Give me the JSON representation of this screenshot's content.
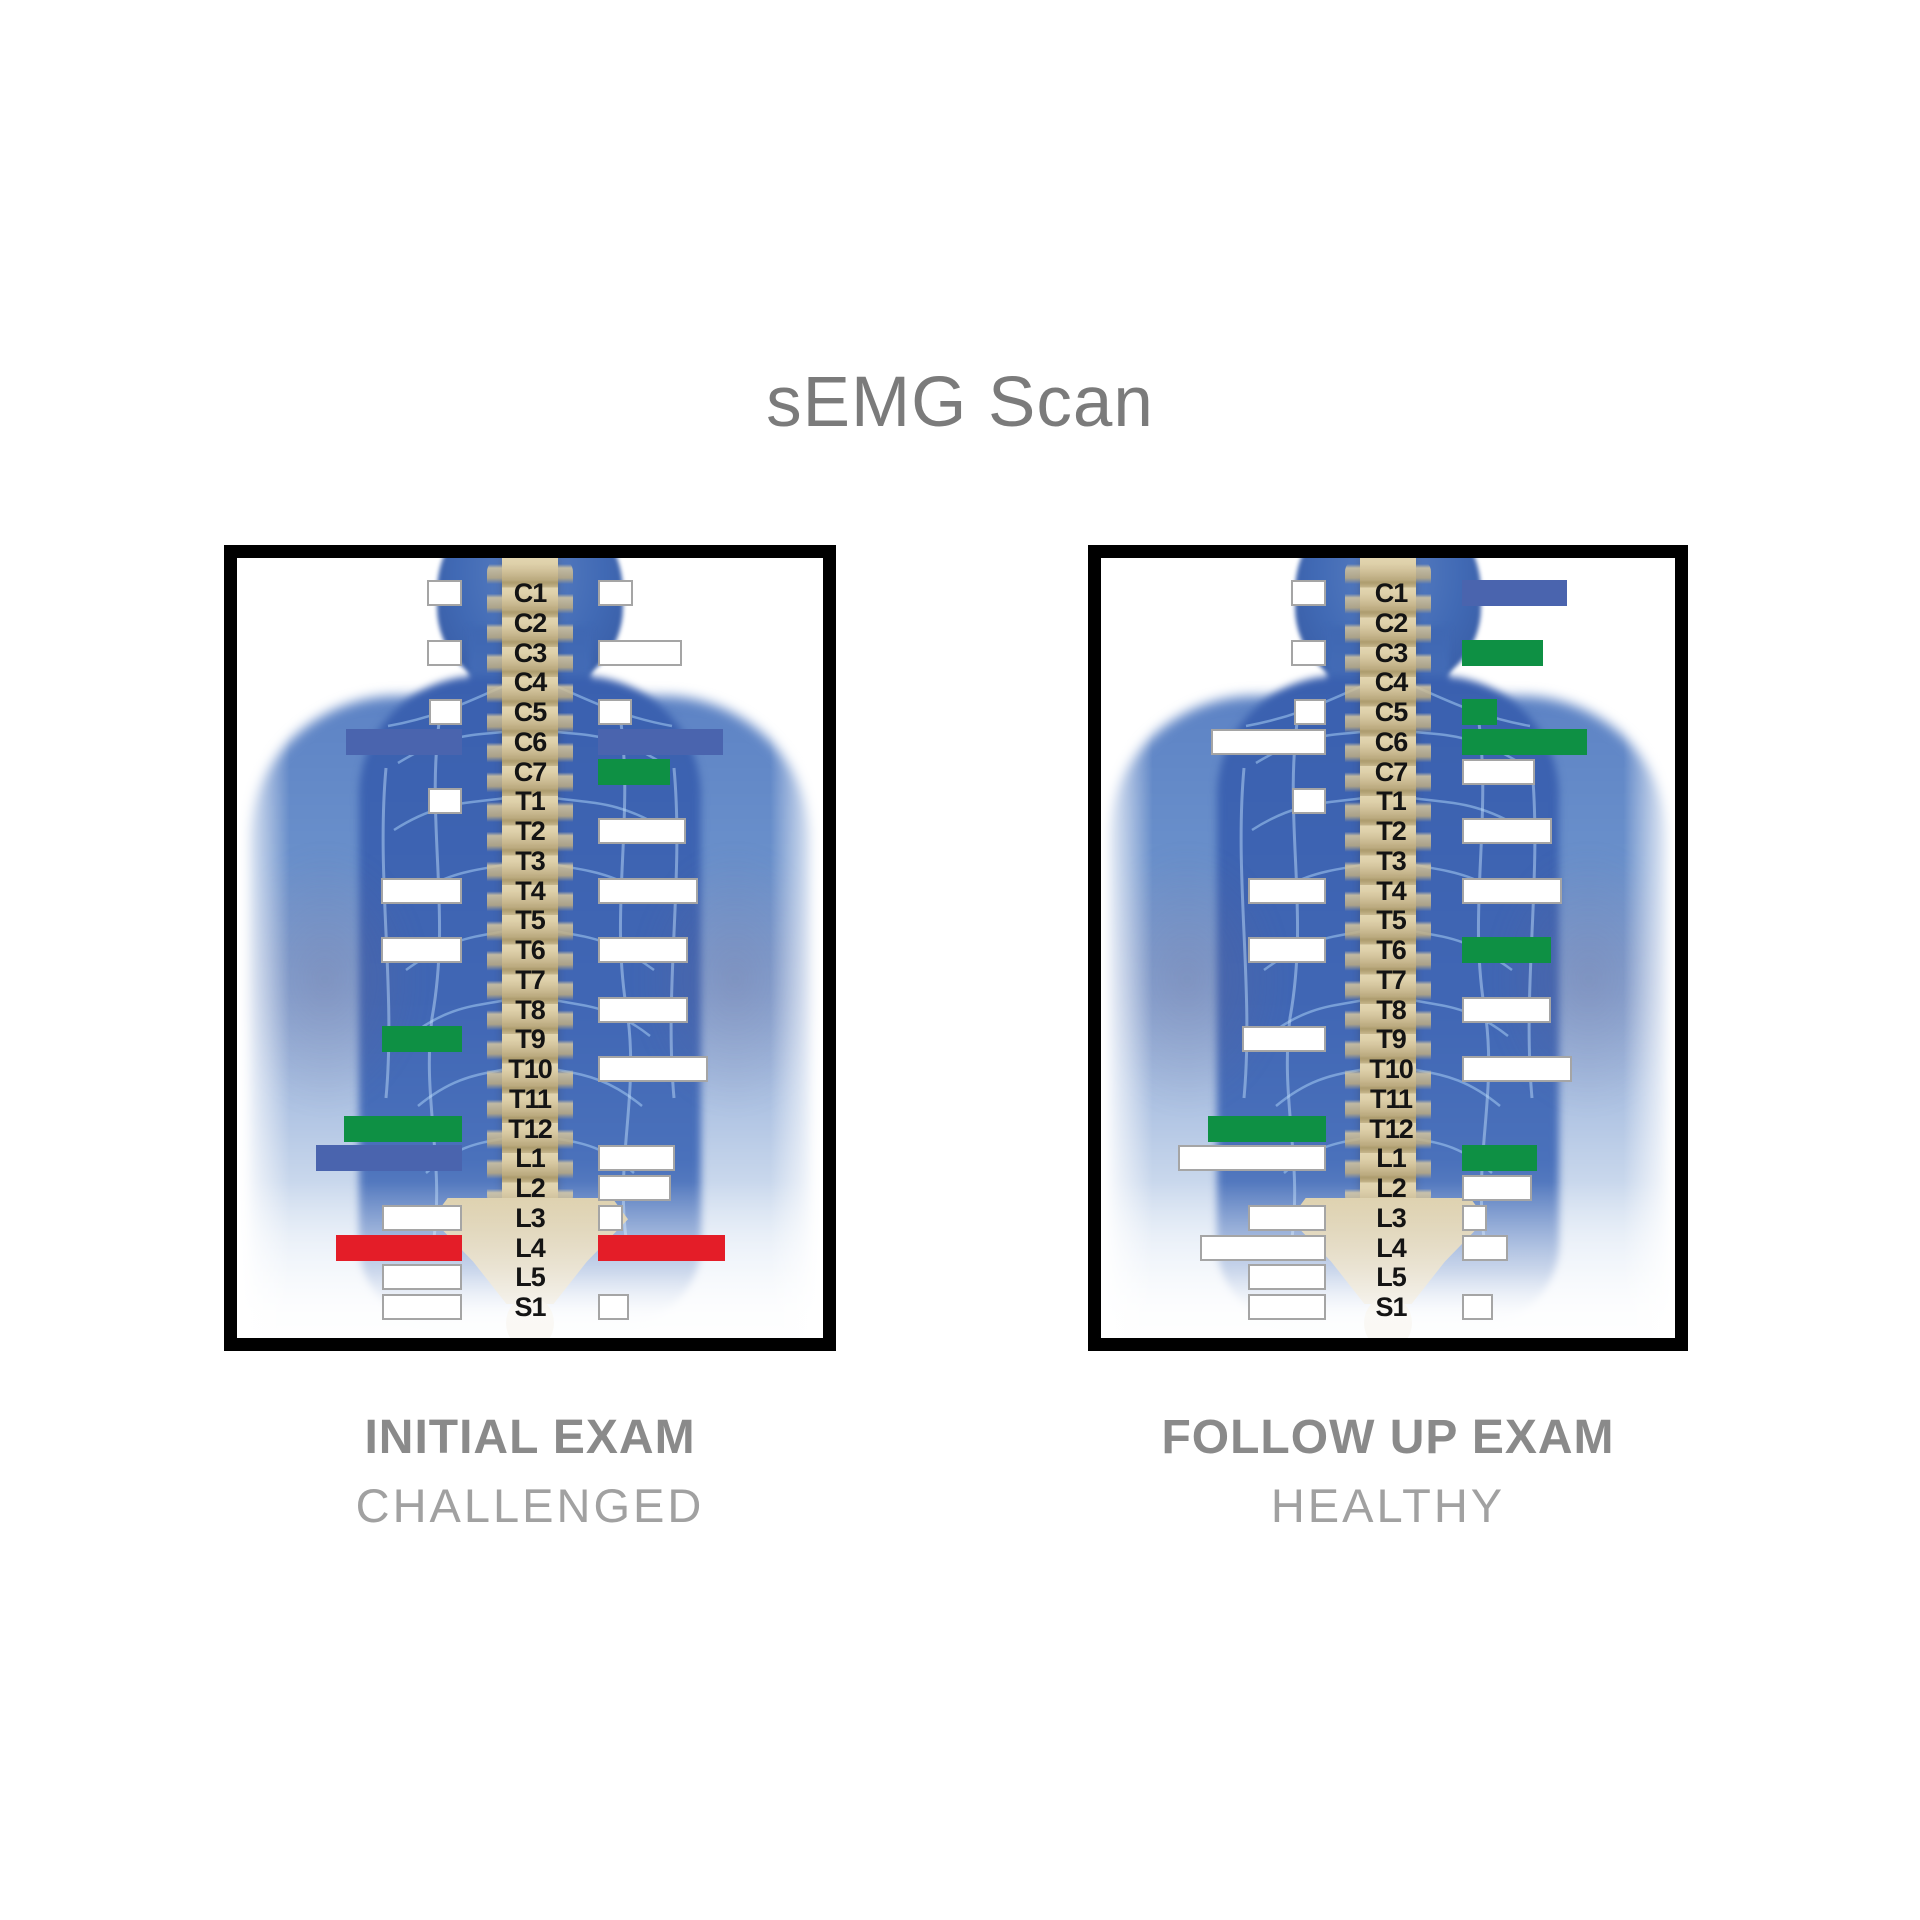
{
  "header": {
    "title": "sEMG Scan"
  },
  "chart_data": {
    "type": "bar",
    "orientation": "horizontal-mirrored",
    "description": "Surface EMG scan: paired left/right amplitude bars at each spinal level; bar length is amplitude (source-image pixels), color encodes severity (white=mild, green=moderate, blue=high, red=severe).",
    "categories": [
      "C1",
      "C2",
      "C3",
      "C4",
      "C5",
      "C6",
      "C7",
      "T1",
      "T2",
      "T3",
      "T4",
      "T5",
      "T6",
      "T7",
      "T8",
      "T9",
      "T10",
      "T11",
      "T12",
      "L1",
      "L2",
      "L3",
      "L4",
      "L5",
      "S1"
    ],
    "color_map": {
      "white": "#ffffff",
      "blue": "#4a64ae",
      "green": "#0e9044",
      "red": "#e41d28"
    },
    "charts": [
      {
        "title": "INITIAL EXAM",
        "subtitle": "CHALLENGED",
        "left": [
          {
            "v": 35,
            "c": "white"
          },
          null,
          {
            "v": 35,
            "c": "white"
          },
          null,
          {
            "v": 33,
            "c": "white"
          },
          {
            "v": 116,
            "c": "blue"
          },
          null,
          {
            "v": 34,
            "c": "white"
          },
          null,
          null,
          {
            "v": 81,
            "c": "white"
          },
          null,
          {
            "v": 81,
            "c": "white"
          },
          null,
          null,
          {
            "v": 80,
            "c": "green"
          },
          null,
          null,
          {
            "v": 118,
            "c": "green"
          },
          {
            "v": 146,
            "c": "blue"
          },
          null,
          {
            "v": 80,
            "c": "white"
          },
          {
            "v": 126,
            "c": "red"
          },
          {
            "v": 80,
            "c": "white"
          },
          {
            "v": 80,
            "c": "white"
          }
        ],
        "right": [
          {
            "v": 35,
            "c": "white"
          },
          null,
          {
            "v": 84,
            "c": "white"
          },
          null,
          {
            "v": 34,
            "c": "white"
          },
          {
            "v": 125,
            "c": "blue"
          },
          {
            "v": 72,
            "c": "green"
          },
          null,
          {
            "v": 88,
            "c": "white"
          },
          null,
          {
            "v": 100,
            "c": "white"
          },
          null,
          {
            "v": 90,
            "c": "white"
          },
          null,
          {
            "v": 90,
            "c": "white"
          },
          null,
          {
            "v": 110,
            "c": "white"
          },
          null,
          null,
          {
            "v": 77,
            "c": "white"
          },
          {
            "v": 73,
            "c": "white"
          },
          {
            "v": 25,
            "c": "white"
          },
          {
            "v": 127,
            "c": "red"
          },
          null,
          {
            "v": 31,
            "c": "white"
          }
        ]
      },
      {
        "title": "FOLLOW UP EXAM",
        "subtitle": "HEALTHY",
        "left": [
          {
            "v": 35,
            "c": "white"
          },
          null,
          {
            "v": 35,
            "c": "white"
          },
          null,
          {
            "v": 32,
            "c": "white"
          },
          {
            "v": 115,
            "c": "white"
          },
          null,
          {
            "v": 34,
            "c": "white"
          },
          null,
          null,
          {
            "v": 78,
            "c": "white"
          },
          null,
          {
            "v": 78,
            "c": "white"
          },
          null,
          null,
          {
            "v": 84,
            "c": "white"
          },
          null,
          null,
          {
            "v": 118,
            "c": "green"
          },
          {
            "v": 148,
            "c": "white"
          },
          null,
          {
            "v": 78,
            "c": "white"
          },
          {
            "v": 126,
            "c": "white"
          },
          {
            "v": 78,
            "c": "white"
          },
          {
            "v": 78,
            "c": "white"
          }
        ],
        "right": [
          {
            "v": 105,
            "c": "blue"
          },
          null,
          {
            "v": 81,
            "c": "green"
          },
          null,
          {
            "v": 35,
            "c": "green"
          },
          {
            "v": 125,
            "c": "green"
          },
          {
            "v": 73,
            "c": "white"
          },
          null,
          {
            "v": 90,
            "c": "white"
          },
          null,
          {
            "v": 100,
            "c": "white"
          },
          null,
          {
            "v": 89,
            "c": "green"
          },
          null,
          {
            "v": 89,
            "c": "white"
          },
          null,
          {
            "v": 110,
            "c": "white"
          },
          null,
          null,
          {
            "v": 75,
            "c": "green"
          },
          {
            "v": 70,
            "c": "white"
          },
          {
            "v": 25,
            "c": "white"
          },
          {
            "v": 46,
            "c": "white"
          },
          null,
          {
            "v": 31,
            "c": "white"
          }
        ]
      }
    ]
  }
}
